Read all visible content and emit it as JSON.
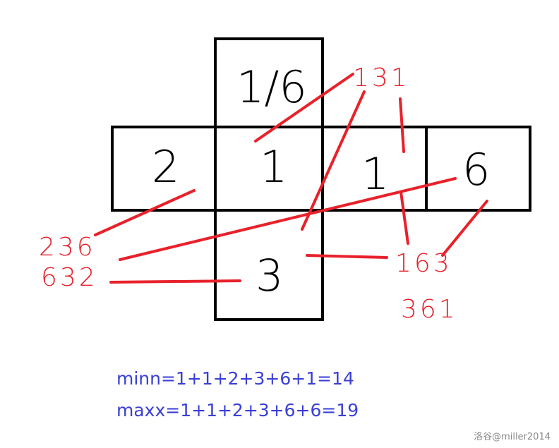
{
  "cells": {
    "top": "1/6",
    "left": "2",
    "center": "1",
    "right_inner": "1",
    "right_outer": "6",
    "bottom": "3"
  },
  "annotations": {
    "top_right": "131",
    "left_upper": "236",
    "left_lower": "632",
    "bottom_right_upper": "163",
    "bottom_right_lower": "361"
  },
  "formulas": {
    "min": "minn=1+1+2+3+6+1=14",
    "max": "maxx=1+1+2+3+6+6=19"
  },
  "watermark": "洛谷@miller2014",
  "colors": {
    "ink": "#000000",
    "annotation": "#e8212b",
    "formula": "#3a3fd6"
  }
}
